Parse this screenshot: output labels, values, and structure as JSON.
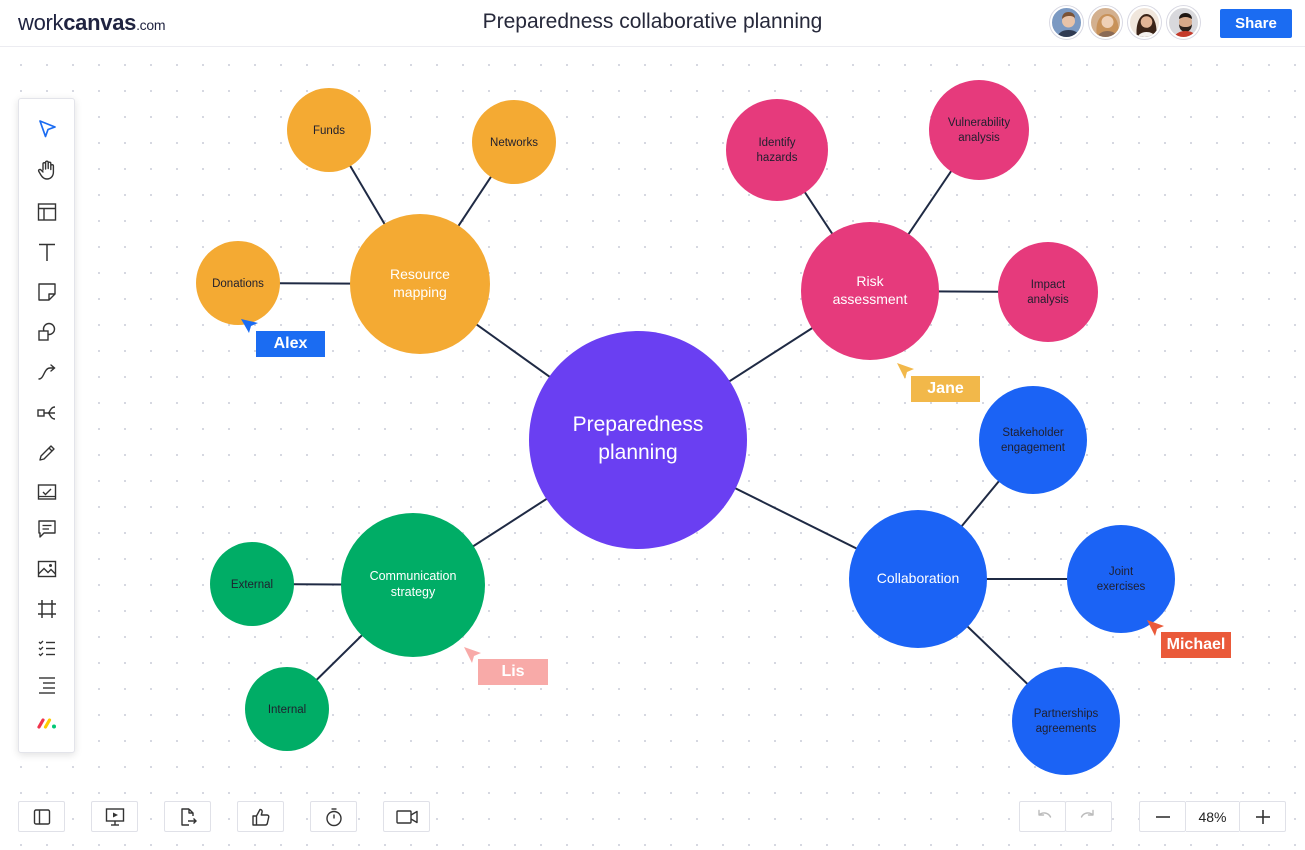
{
  "app": {
    "logo_light": "work",
    "logo_bold": "canvas",
    "logo_suffix": ".com",
    "document_title": "Preparedness collaborative planning",
    "share_label": "Share"
  },
  "colors": {
    "accent": "#1b6cf2",
    "center": "#6a3ff2",
    "orange": "#f4aa33",
    "pink": "#e63a7c",
    "green": "#00ad66",
    "blue": "#1b63f5",
    "connector": "#1f2a44"
  },
  "collaborators": [
    {
      "name": "avatar-1",
      "bg": "#6e8fb8"
    },
    {
      "name": "avatar-2",
      "bg": "#c9a27a"
    },
    {
      "name": "avatar-3",
      "bg": "#6b4a3a"
    },
    {
      "name": "avatar-4",
      "bg": "#4a3b34"
    }
  ],
  "mindmap": {
    "center": {
      "label_line1": "Preparedness",
      "label_line2": "planning"
    },
    "resource": {
      "label_line1": "Resource",
      "label_line2": "mapping",
      "funds": "Funds",
      "networks": "Networks",
      "donations": "Donations"
    },
    "risk": {
      "label_line1": "Risk",
      "label_line2": "assessment",
      "identify_l1": "Identify",
      "identify_l2": "hazards",
      "vuln_l1": "Vulnerability",
      "vuln_l2": "analysis",
      "impact_l1": "Impact",
      "impact_l2": "analysis"
    },
    "communication": {
      "label_line1": "Communication",
      "label_line2": "strategy",
      "external": "External",
      "internal": "Internal"
    },
    "collaboration": {
      "label": "Collaboration",
      "stakeholder_l1": "Stakeholder",
      "stakeholder_l2": "engagement",
      "joint_l1": "Joint",
      "joint_l2": "exercises",
      "partnerships_l1": "Partnerships",
      "partnerships_l2": "agreements"
    }
  },
  "cursors": [
    {
      "name": "Alex",
      "color": "#1b6cf2"
    },
    {
      "name": "Jane",
      "color": "#f2b84a"
    },
    {
      "name": "Lis",
      "color": "#f8aaa8"
    },
    {
      "name": "Michael",
      "color": "#ea5a3a"
    }
  ],
  "toolbar": {
    "tools": [
      "select-icon",
      "hand-icon",
      "template-icon",
      "text-icon",
      "sticky-note-icon",
      "shapes-icon",
      "connector-icon",
      "mindmap-icon",
      "pen-icon",
      "task-icon",
      "comment-icon",
      "image-icon",
      "frame-icon",
      "checklist-icon",
      "outline-icon",
      "monday-logo-icon"
    ]
  },
  "zoom": {
    "value": "48%"
  }
}
